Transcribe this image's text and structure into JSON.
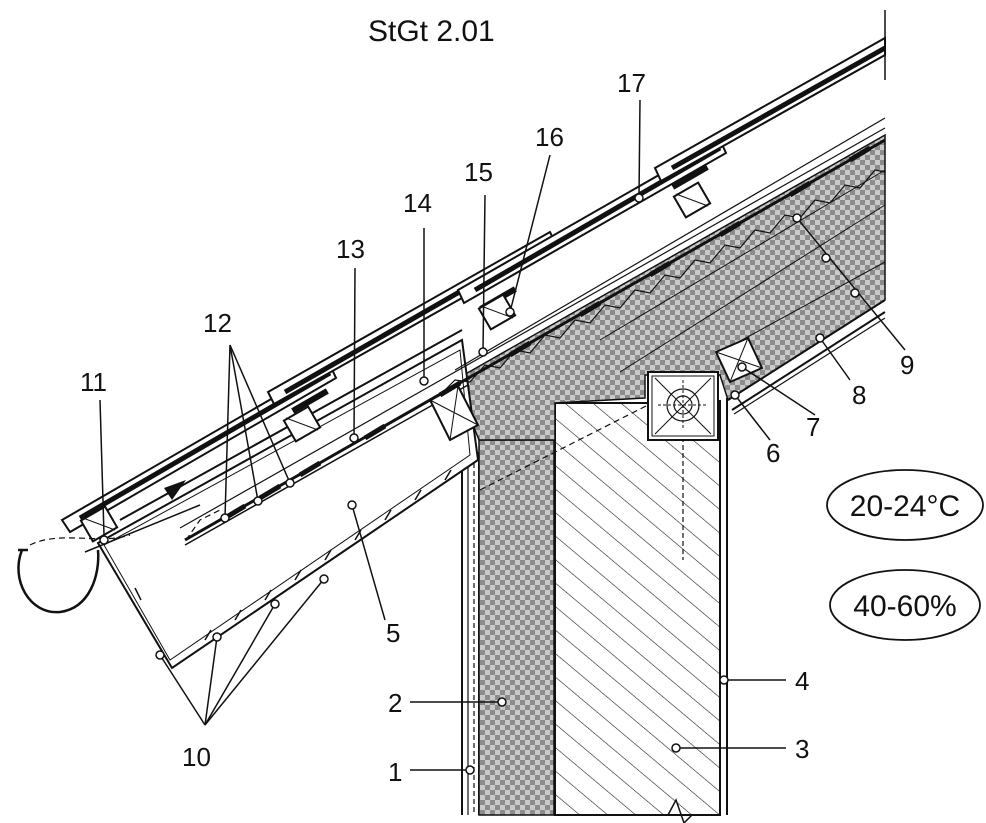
{
  "drawing": {
    "title": "StGt 2.01",
    "temperature": "20-24°C",
    "humidity": "40-60%"
  },
  "callouts": {
    "c1": "1",
    "c2": "2",
    "c3": "3",
    "c4": "4",
    "c5": "5",
    "c6": "6",
    "c7": "7",
    "c8": "8",
    "c9": "9",
    "c10": "10",
    "c11": "11",
    "c12": "12",
    "c13": "13",
    "c14": "14",
    "c15": "15",
    "c16": "16",
    "c17": "17"
  },
  "colors": {
    "ink": "#111111",
    "insulation_light": "#c9c9c9",
    "insulation_dark": "#8c8c8c"
  }
}
